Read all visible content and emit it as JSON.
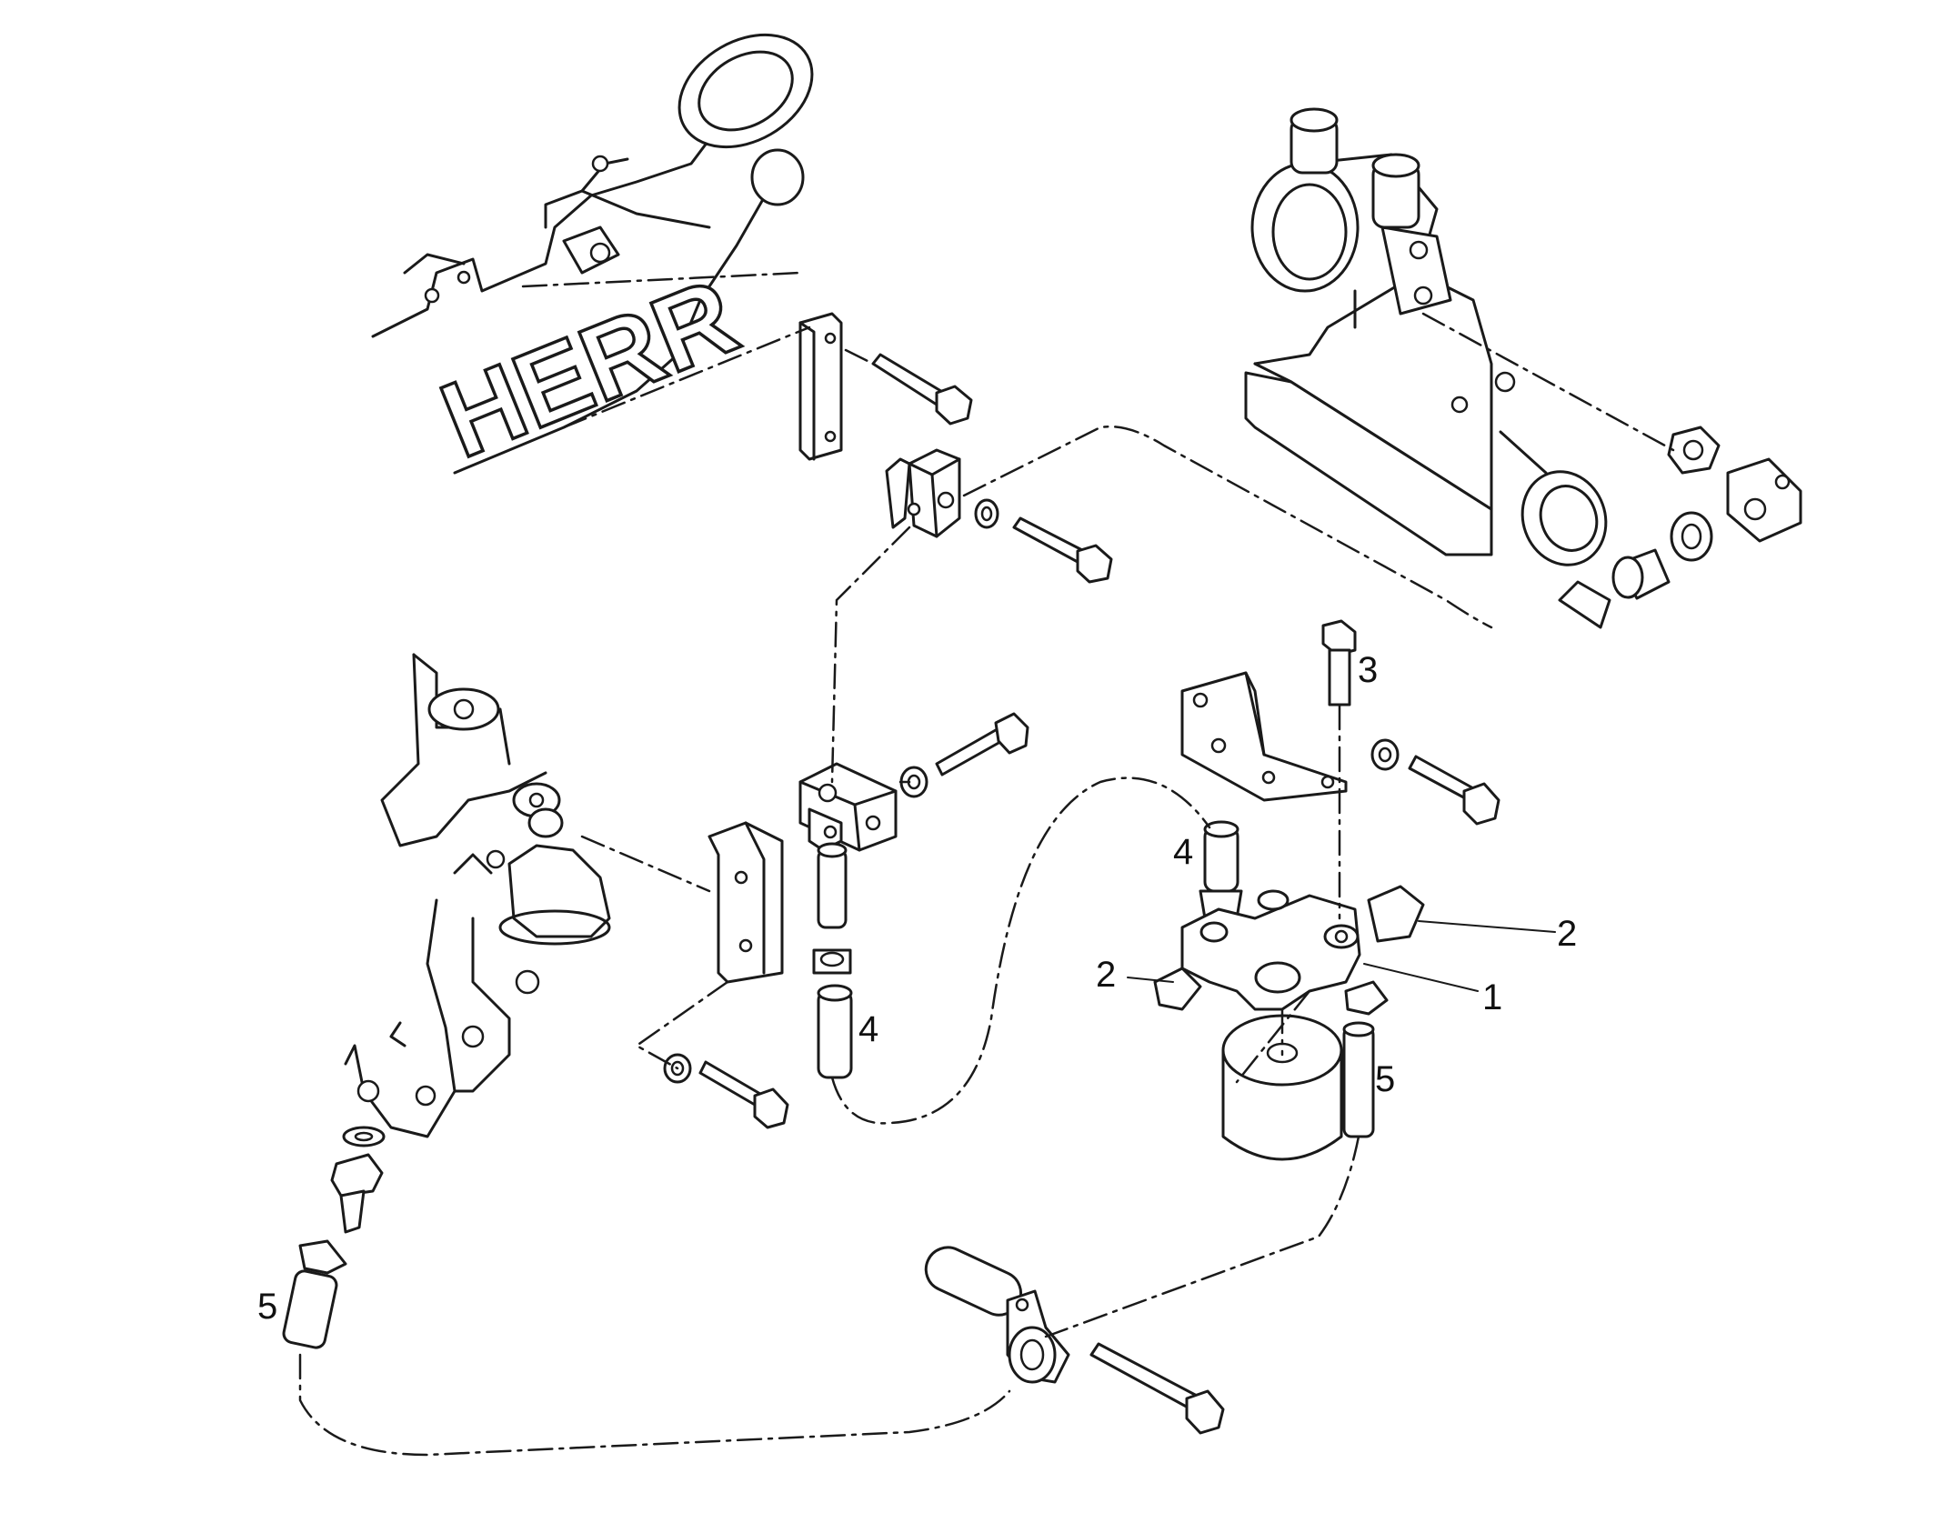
{
  "diagram": {
    "callouts": [
      {
        "id": "1",
        "text": "1"
      },
      {
        "id": "2a",
        "text": "2"
      },
      {
        "id": "2b",
        "text": "2"
      },
      {
        "id": "3",
        "text": "3"
      },
      {
        "id": "4a",
        "text": "4"
      },
      {
        "id": "4b",
        "text": "4"
      },
      {
        "id": "5a",
        "text": "5"
      },
      {
        "id": "5b",
        "text": "5"
      }
    ],
    "logo_text": "HERR",
    "colors": {
      "ink": "#1a1a1a",
      "paper": "#ffffff"
    }
  }
}
